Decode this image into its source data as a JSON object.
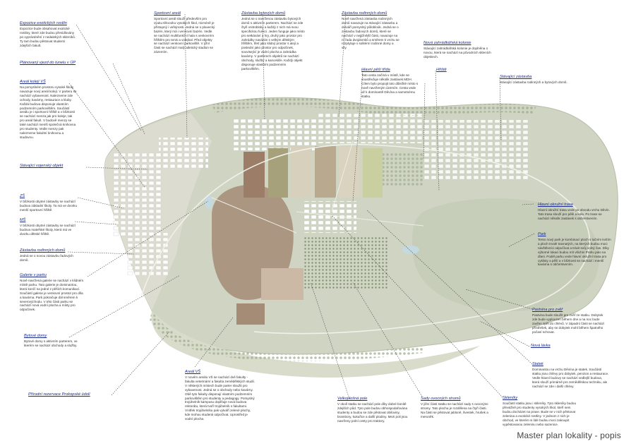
{
  "caption": "Master plan lokality - popis",
  "labels": {
    "exoticke": {
      "title": "Expozice exotických rostlin",
      "body": "Expozice bude obsahovat exotické rostliny, které zde budou přesídlovány po vyprázdnění z nedalekých skleníků. Ty tam budou pěstovat studenti zdejších fakult."
    },
    "sportovni": {
      "title": "Sportovní areál",
      "body": "Sportovní areál slouží především pro výuku tělocviku vysokých škol, nicméně je přístupný i veřejnosti. Jedná se o plavecký bazén, který má i venkovní bazén. Vedle se nachází multifunkční hala s venkovním hřištěm pro tenis a volejbal. Před objekty se nachází venkovní parkoviště. V jižní části se nachází malý atletický stadion se zázemím."
    },
    "bytove_domy_top": {
      "title": "Zástavba bytových domů",
      "body": "Jedná se o navrženou zástavbu bytových domů s aktivním parterem. Nachází se zde čtyři vnitrobloky a každý z nich má svou specifickou funkci. Jeden funguje jako místo pro setkávání a hry, druhý jako prostor pro zahrádky navázán s velkým dětským hřištěm, třetí jako klidný prostor s alejí a poslední jako prostor pro odpočinek, související je vodní plocha a zahrádka kavárny. V parterech objektů se nachází obchody, služby a kanceláře. Každý objekt disponuje vlastním podzemním parkovištěm."
    },
    "rodinne_top": {
      "title": "Zástavba rodinných domů",
      "body": "Nově navržená zástavba rodinných domů navazuje na stávající zástavbu a dotváří pomyslný půlobloúk. Jedná se o zástavbu řadových domů, které se nachází v nejjižnější části, navazuje na ní řada dvojdomků a směrem k vrchu se rozptyluje v solitérní rodinné domy a vily."
    },
    "hlavni_pesi": {
      "title": "Hlavní pěší třída",
      "body": "Tato cesta začíná v místě, kde se soustřeďuje několik zastávek MDH. Cílem bylo propojit toto důležité místo s nově navrženým územím. Cesta vede až k dominantě Děvína a samotnému statku."
    },
    "zahradkarska": {
      "title": "Nová zahrádkářská kolonie",
      "body": "Stávající zahrádkářská kolonie je doplněna o novou, která se nachází na původních skleních objektech."
    },
    "hriste": {
      "title": "Hřiště",
      "body": ""
    },
    "stavajici_zast": {
      "title": "Stávající zástavba",
      "body": "Stávající zástavba rodinných a bytových domů."
    },
    "planovany": {
      "title": "Plánovaný vjezd do tunelu v ÚP",
      "body": ""
    },
    "areal_koleji": {
      "title": "Areál kolejí VŠ",
      "body": "Na pomyslném prostoru vysoké školy navazuje nový areál kolejí. V parteru se nachází vybavenost. Nalezneme zde ochody, kavárny, restaurace a kluby. Každá budova disponuje vlastním podzemním parkovištěm. Součástí areálu je i sportovní hřiště a v blízkosti se nachází menza jak pro koleje, tak pro areál fakult. V budově menzy se také nachází menší společná knihovna pro studenty. Vedle menzy pak nalezneme fakultní knihovnu a studovnu."
    },
    "vojensky": {
      "title": "Stávající vojenský objekt",
      "body": ""
    },
    "zs": {
      "title": "ZŠ",
      "body": "V blízkosti obytné zástavby se nachází budova základní školy. Ta má ve dvorku menší sportovní hřiště."
    },
    "ms": {
      "title": "MŠ",
      "body": "V blízkosti obytné zástavby se nachází budova mateřské školy, která má ve dvorku dětské hřiště."
    },
    "rodinne_left": {
      "title": "Zástavba rodinných domů",
      "body": "Jedná se o novou zástavbu řadových domů."
    },
    "galerie": {
      "title": "Galerie v parku",
      "body": "Nově navržená galerie se nachází v klidném místě parku. Tato galerie je dominantou, která končí na jedné z pěších komunikací. Součástí galerie je venkovní prostor pro díla a kavárna. Park pokračuje dál směrem k severovýchodu. V této části parku se nachází nová vodní plocha a místy pro odpočinek."
    },
    "bytove_left": {
      "title": "Bytové domy",
      "body": "Bytové domy s aktivním parterem, ve kterém se nachází obchody a služby."
    },
    "rezervace": {
      "title": "Přírodní rezervace Prokopské údolí",
      "body": ""
    },
    "areal_vs": {
      "title": "Areál VŠ",
      "body": "V novém areálu VŠ se nachází dvě fakulty - fakulta veterinární a fakulta zemědělských studií. V některých místech bude parter sloužit pro vybavenost. Jedná se o obchody nebo kavárny. Obě tyto fakulty disponují vlastním podzemním parkovištěm pro studenty a pedagogy. Pomyslný trojúhelník kampusu doplňuje nová budova rektorátu, která tvoří trojúhelník s fakultami. Vnitřek trojúhelníku pak vytváří zelené plochy, kde mohou studenti odpočívat. Uprostřed je vodní plocha."
    },
    "velkoplosna": {
      "title": "Velkoplošná pole",
      "body": "V okolí statku se nachází pole díky dobré bonitě zdejších půd. Tyto pole budou obhospodařována studenty a budou se zde pěstovat obiloviny, brambory, kukuřice a další plodiny. Mezi poli jsou navrženy polní cesty pro traktory."
    },
    "sady": {
      "title": "Sady ovocných stromů",
      "body": "V jižní části statku se nachází sady s ovocnými stromy. Tato plocha je rozdělena na čtyři části. Na části se pěstovat jabloně, švestek, hrušek a meruněk."
    },
    "okruzni": {
      "title": "Hlavní okružní trasa",
      "body": "Hlavní okružní trasa vede po obvodu vrchu Děvín. Tato trasa slouží pro pěší a kola. Po trase se nachází několik zastávek s občerstvením."
    },
    "park": {
      "title": "Park",
      "body": "Tento nový park je kombinací ploch s lučním kvítím a ploch trvalé travnatých, na kterých budou moci návštěvníci odpočívat a trávit svůj volný čas. Díky výborné lokaci budou mít všichni Prahu jako na dlani. Podél parku vede hlavní okružní trasa pro cyklisty a pěší a v blízkosti se nachází i menší kavárna s občerstvením."
    },
    "pastvina": {
      "title": "Pastvina pro zvěř",
      "body": "Pastvina bude sloužit pro zvěř ze statku. Dobytek zde bude vyplouzen během dne a na noc bude zavřen zpět do chlévů. V západní části se nachází přístřešek, aby se dobytek mohl během špatného počasí schovat."
    },
    "lavka": {
      "title": "Nová lávka",
      "body": ""
    },
    "statek": {
      "title": "Statek",
      "body": "Dominantou na vrchu Děvína je statek. Součástí statku jsou chlévy pro dobytek, penzion a restaurace. Vedle hlavní budovy se nachází vedlejší budova, která slouží primárně pro zemědělskou techniku, ale nachází se zde i další chlévy."
    },
    "skleniky": {
      "title": "Skleníky",
      "body": "Součástí statku jsou i skleníky. Tyto skleníky budou převážně pro studenty vysokých škol, kteří sem budou docházet na praxe. Bude se v nich pěstovat zelenina a exotické rostliny. V jednom z nich je obchod, ve kterém si lidé budou moci zakoupit vypěstovanou zeleninu nebo sazenice."
    }
  }
}
